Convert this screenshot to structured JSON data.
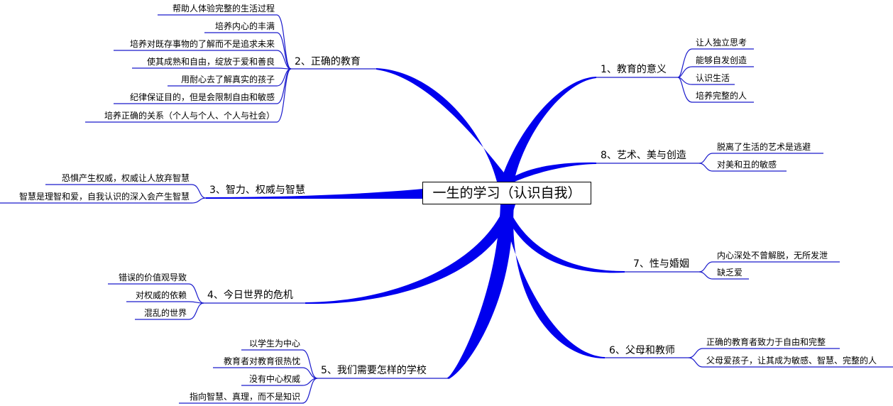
{
  "center": {
    "label": "一生的学习（认识自我）"
  },
  "branches": [
    {
      "id": "b1",
      "label": "1、教育的意义",
      "items": [
        "让人独立思考",
        "能够自发创造",
        "认识生活",
        "培养完整的人"
      ]
    },
    {
      "id": "b2",
      "label": "2、正确的教育",
      "items": [
        "帮助人体验完整的生活过程",
        "培养内心的丰满",
        "培养对既存事物的了解而不是追求未来",
        "使其成熟和自由，绽放于爱和善良",
        "用耐心去了解真实的孩子",
        "纪律保证目的，但是会限制自由和敏感",
        "培养正确的关系（个人与个人、个人与社会）"
      ]
    },
    {
      "id": "b3",
      "label": "3、智力、权威与智慧",
      "items": [
        "恐惧产生权威，权威让人放弃智慧",
        "智慧是理智和爱，自我认识的深入会产生智慧"
      ]
    },
    {
      "id": "b4",
      "label": "4、今日世界的危机",
      "items": [
        "错误的价值观导致",
        "对权威的依赖",
        "混乱的世界"
      ]
    },
    {
      "id": "b5",
      "label": "5、我们需要怎样的学校",
      "items": [
        "以学生为中心",
        "教育者对教育很热忱",
        "没有中心权威",
        "指向智慧、真理，而不是知识"
      ]
    },
    {
      "id": "b6",
      "label": "6、父母和教师",
      "items": [
        "正确的教育者致力于自由和完整",
        "父母爱孩子，让其成为敏感、智慧、完整的人"
      ]
    },
    {
      "id": "b7",
      "label": "7、性与婚姻",
      "items": [
        "内心深处不曾解脱，无所发泄",
        "缺乏爱"
      ]
    },
    {
      "id": "b8",
      "label": "8、艺术、美与创造",
      "items": [
        "脱离了生活的艺术是逃避",
        "对美和丑的敏感"
      ]
    }
  ],
  "colors": {
    "branch": "#0000ee",
    "line": "#1a1acc",
    "text": "#000000"
  }
}
